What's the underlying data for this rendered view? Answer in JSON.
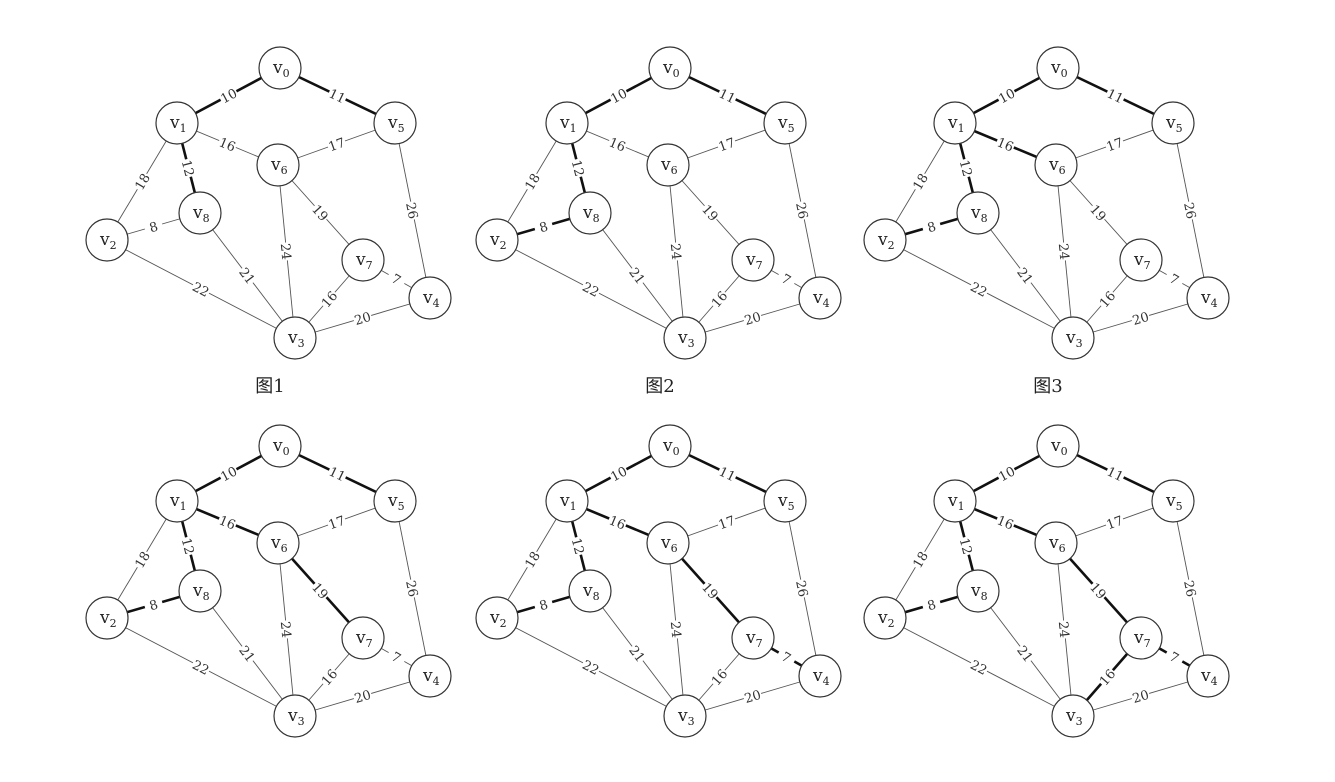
{
  "graph": {
    "nodes": [
      {
        "id": 0,
        "label": "v",
        "sub": "0"
      },
      {
        "id": 1,
        "label": "v",
        "sub": "1"
      },
      {
        "id": 2,
        "label": "v",
        "sub": "2"
      },
      {
        "id": 3,
        "label": "v",
        "sub": "3"
      },
      {
        "id": 4,
        "label": "v",
        "sub": "4"
      },
      {
        "id": 5,
        "label": "v",
        "sub": "5"
      },
      {
        "id": 6,
        "label": "v",
        "sub": "6"
      },
      {
        "id": 7,
        "label": "v",
        "sub": "7"
      },
      {
        "id": 8,
        "label": "v",
        "sub": "8"
      }
    ],
    "edges": [
      {
        "id": "e0-1",
        "from": 0,
        "to": 1,
        "weight": "10"
      },
      {
        "id": "e0-5",
        "from": 0,
        "to": 5,
        "weight": "11"
      },
      {
        "id": "e1-6",
        "from": 1,
        "to": 6,
        "weight": "16"
      },
      {
        "id": "e6-5",
        "from": 6,
        "to": 5,
        "weight": "17"
      },
      {
        "id": "e1-2",
        "from": 1,
        "to": 2,
        "weight": "18"
      },
      {
        "id": "e1-8",
        "from": 1,
        "to": 8,
        "weight": "12"
      },
      {
        "id": "e2-8",
        "from": 2,
        "to": 8,
        "weight": "8"
      },
      {
        "id": "e6-7",
        "from": 6,
        "to": 7,
        "weight": "19"
      },
      {
        "id": "e6-3",
        "from": 6,
        "to": 3,
        "weight": "24"
      },
      {
        "id": "e8-3",
        "from": 8,
        "to": 3,
        "weight": "21"
      },
      {
        "id": "e5-4",
        "from": 5,
        "to": 4,
        "weight": "26"
      },
      {
        "id": "e7-4",
        "from": 7,
        "to": 4,
        "weight": "7"
      },
      {
        "id": "e2-3",
        "from": 2,
        "to": 3,
        "weight": "22"
      },
      {
        "id": "e7-3",
        "from": 7,
        "to": 3,
        "weight": "16"
      },
      {
        "id": "e3-4",
        "from": 3,
        "to": 4,
        "weight": "20"
      }
    ]
  },
  "panels": [
    {
      "caption": "图1",
      "tree_edges": [
        "e0-1",
        "e0-5",
        "e1-8"
      ]
    },
    {
      "caption": "图2",
      "tree_edges": [
        "e0-1",
        "e0-5",
        "e1-8",
        "e2-8"
      ]
    },
    {
      "caption": "图3",
      "tree_edges": [
        "e0-1",
        "e0-5",
        "e1-8",
        "e2-8",
        "e1-6"
      ]
    },
    {
      "caption": "",
      "tree_edges": [
        "e0-1",
        "e0-5",
        "e1-8",
        "e2-8",
        "e1-6",
        "e6-7"
      ]
    },
    {
      "caption": "",
      "tree_edges": [
        "e0-1",
        "e0-5",
        "e1-8",
        "e2-8",
        "e1-6",
        "e6-7",
        "e7-4"
      ]
    },
    {
      "caption": "",
      "tree_edges": [
        "e0-1",
        "e0-5",
        "e1-8",
        "e2-8",
        "e1-6",
        "e6-7",
        "e7-4",
        "e7-3"
      ]
    }
  ]
}
